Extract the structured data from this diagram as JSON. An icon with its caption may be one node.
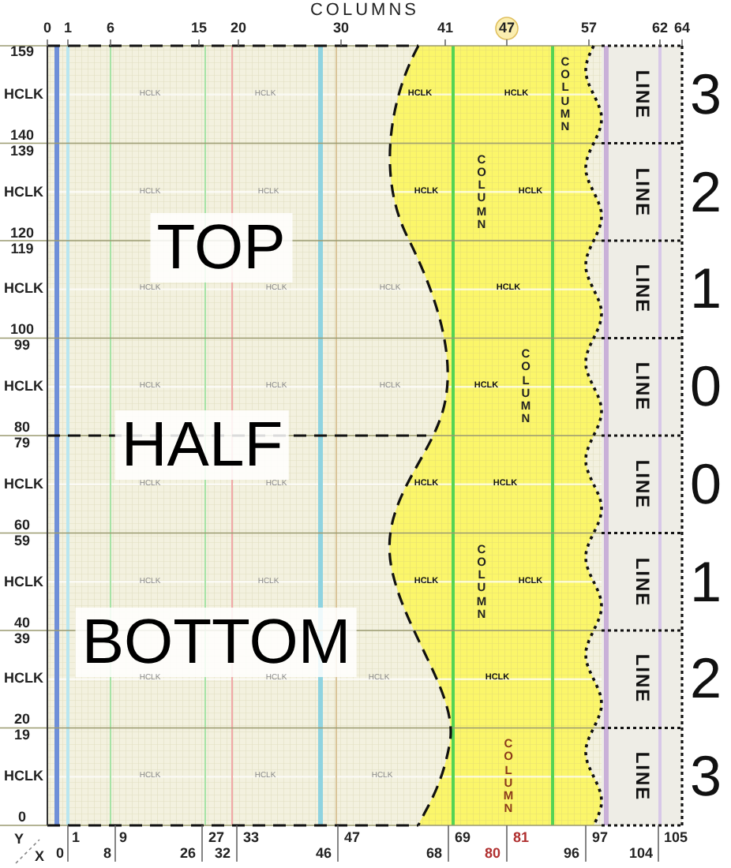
{
  "diagram": {
    "labels": [
      "COLUMNS",
      "0",
      "1",
      "6",
      "15",
      "20",
      "30",
      "41",
      "47",
      "57",
      "62",
      "64",
      "159",
      "HCLK",
      "HCLK",
      "HCLK",
      "HCLK",
      "HCLK",
      "COLUMN",
      "LINE",
      "3",
      "140",
      "139",
      "HCLK",
      "HCLK",
      "HCLK",
      "HCLK",
      "COLUMN",
      "HCLK",
      "LINE",
      "2",
      "120",
      "TOP",
      "119",
      "HCLK",
      "HCLK",
      "HCLK",
      "HCLK",
      "HCLK",
      "LINE",
      "1",
      "100",
      "99",
      "HCLK",
      "HCLK",
      "HCLK",
      "HCLK",
      "HCLK",
      "COLUMN",
      "LINE",
      "0",
      "80",
      "HALF",
      "79",
      "HCLK",
      "HCLK",
      "HCLK",
      "HCLK",
      "HCLK",
      "LINE",
      "0",
      "60",
      "59",
      "HCLK",
      "HCLK",
      "HCLK",
      "HCLK",
      "COLUMN",
      "HCLK",
      "LINE",
      "1",
      "40",
      "BOTTOM",
      "39",
      "HCLK",
      "HCLK",
      "HCLK",
      "HCLK",
      "HCLK",
      "LINE",
      "2",
      "20",
      "19",
      "HCLK",
      "HCLK",
      "HCLK",
      "HCLK",
      "COLUMN",
      "LINE",
      "3",
      "0",
      "Y",
      "X",
      "0",
      "1",
      "8",
      "9",
      "26",
      "27",
      "32",
      "33",
      "46",
      "47",
      "68",
      "69",
      "80",
      "81",
      "96",
      "97",
      "104",
      "105"
    ]
  }
}
